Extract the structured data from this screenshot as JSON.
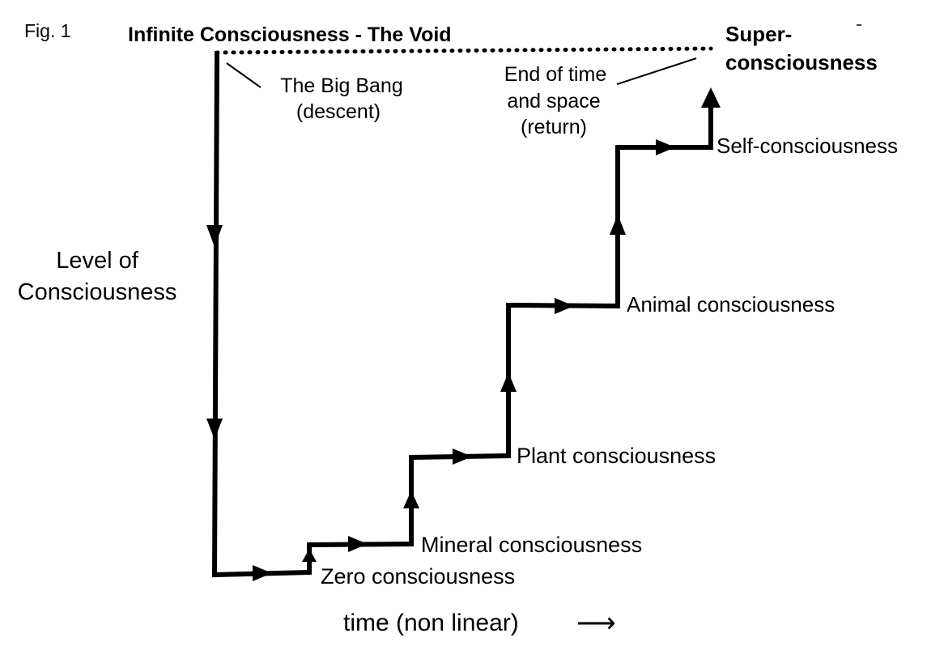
{
  "figure_label": "Fig. 1",
  "top_label": "Infinite Consciousness - The Void",
  "super_label": {
    "line1": "Super-",
    "line2": "consciousness"
  },
  "big_bang": {
    "line1": "The Big Bang",
    "line2": "(descent)"
  },
  "end_of_time": {
    "line1": "End of time",
    "line2": "and space",
    "line3": "(return)"
  },
  "y_axis_label": {
    "line1": "Level of",
    "line2": "Consciousness"
  },
  "levels": {
    "self": "Self-consciousness",
    "animal": "Animal consciousness",
    "plant": "Plant consciousness",
    "mineral": "Mineral consciousness",
    "zero": "Zero consciousness"
  },
  "x_axis_label": "time (non linear)",
  "x_axis_arrow": "⟶",
  "colors": {
    "ink": "#000000",
    "background": "#ffffff"
  }
}
